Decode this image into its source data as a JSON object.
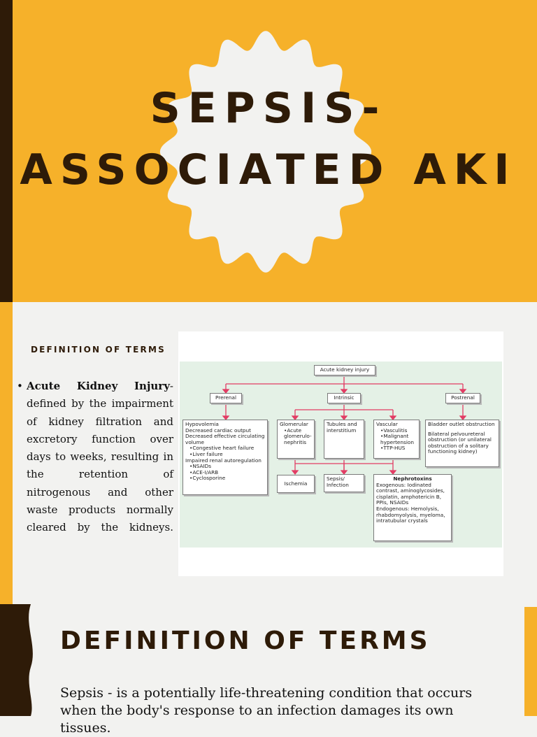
{
  "slide1": {
    "title_line1": "SEPSIS-",
    "title_line2": "ASSOCIATED AKI",
    "colors": {
      "background": "#f6b12a",
      "title": "#2e1b08",
      "badge": "#f2f2f0"
    }
  },
  "slide2": {
    "heading": "DEFINITION OF TERMS",
    "bullet_term": "Acute Kidney Injury",
    "bullet_text": "- defined by the impairment of kidney filtration and excretory function over days to weeks, resulting in the retention of nitrogenous and other waste products normally",
    "bullet_last": "cleared by the kidneys.",
    "diagram": {
      "root": "Acute kidney injury",
      "branches": [
        "Prerenal",
        "Intrinsic",
        "Postrenal"
      ],
      "prerenal": {
        "lines": [
          "Hypovolemia",
          "Decreased cardiac output",
          "Decreased effective circulating volume"
        ],
        "sub1": [
          "Congestive heart failure",
          "Liver failure"
        ],
        "line2": "Impaired renal autoregulation",
        "sub2": [
          "NSAIDs",
          "ACE-I/ARB",
          "Cyclosporine"
        ]
      },
      "glomerular": {
        "title": "Glomerular",
        "items": [
          "Acute glomerulo-nephritis"
        ]
      },
      "tubules": "Tubules and interstitium",
      "vascular": {
        "title": "Vascular",
        "items": [
          "Vasculitis",
          "Malignant hypertension",
          "TTP-HUS"
        ]
      },
      "postrenal": {
        "line1": "Bladder outlet obstruction",
        "line2": "Bilateral pelvoureteral obstruction (or unilateral obstruction of a solitary functioning kidney)"
      },
      "ischemia": "Ischemia",
      "sepsis": "Sepsis/ Infection",
      "nephrotoxins": {
        "title": "Nephrotoxins",
        "exo": "Exogenous: Iodinated contrast, aminoglycosides, cisplatin, amphotericin B, PPIs, NSAIDs",
        "endo": "Endogenous: Hemolysis, rhabdomyolysis, myeloma, intratubular crystals"
      }
    }
  },
  "slide3": {
    "heading": "DEFINITION OF TERMS",
    "text": "Sepsis - is a potentially life-threatening condition that occurs when the body's response to an infection damages its own tissues."
  }
}
